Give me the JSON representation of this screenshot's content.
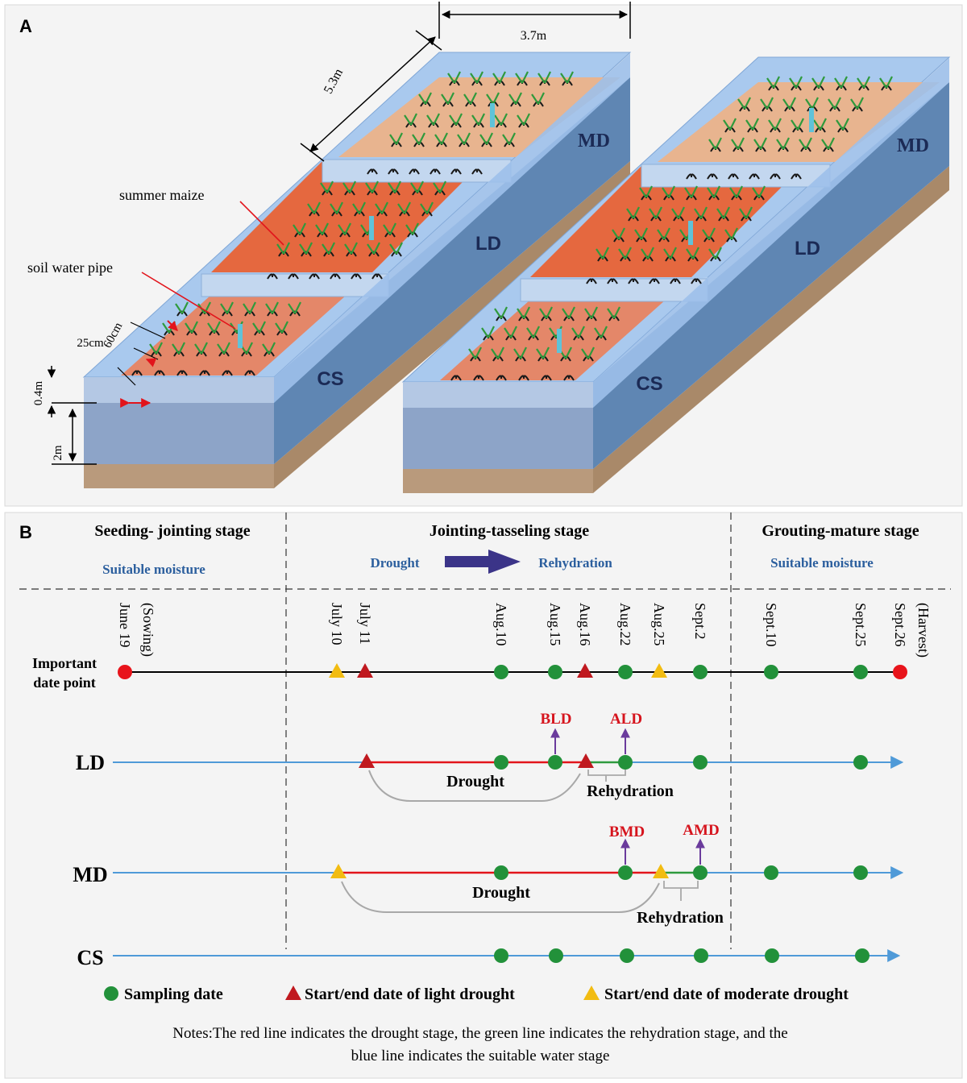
{
  "colors": {
    "panel_bg": "#f4f4f4",
    "glass": "#a9c9ee",
    "soil_side": "#5f86b3",
    "soil_bottom": "#b99a7c",
    "md_plot": "#e8b48f",
    "ld_plot": "#e5683f",
    "cs_plot": "#e48769",
    "blue_text": "#2c5f9e",
    "red_text": "#d6141d",
    "green_dot": "#22913a",
    "red_tri": "#c0191f",
    "yellow_tri": "#f2bc12",
    "red_dot": "#e8141b",
    "drought_line": "#e2141b",
    "rehydration_line": "#2e9a3e",
    "suitable_line": "#4f9ad8",
    "arrow_purple": "#6a3b9c",
    "big_arrow": "#3b3488"
  },
  "panel_a": {
    "label": "A",
    "dim_width": "3.7m",
    "dim_length": "5.3m",
    "dim_row": "60cm",
    "dim_plant": "25cm",
    "dim_height_top": "0.4m",
    "dim_height_soil": "2m",
    "annot_maize": "summer maize",
    "annot_pipe": "soil water pipe",
    "blocks": [
      {
        "md": "MD",
        "ld": "LD",
        "cs": "CS"
      },
      {
        "md": "MD",
        "ld": "LD",
        "cs": "CS"
      }
    ]
  },
  "panel_b": {
    "label": "B",
    "stages": [
      {
        "name": "Seeding- jointing stage",
        "moisture": "Suitable moisture"
      },
      {
        "name": "Jointing-tasseling stage",
        "drought": "Drought",
        "rehydration": "Rehydration"
      },
      {
        "name": "Grouting-mature stage",
        "moisture": "Suitable moisture"
      }
    ],
    "important_label_1": "Important",
    "important_label_2": "date point",
    "dates": [
      {
        "text": "June 19",
        "marker": "red-dot"
      },
      {
        "text": "(Sowing)",
        "marker": "none"
      },
      {
        "text": "July 10",
        "marker": "yellow-triangle"
      },
      {
        "text": "July 11",
        "marker": "red-triangle"
      },
      {
        "text": "Aug.10",
        "marker": "green-dot"
      },
      {
        "text": "Aug.15",
        "marker": "green-dot"
      },
      {
        "text": "Aug.16",
        "marker": "red-triangle"
      },
      {
        "text": "Aug.22",
        "marker": "green-dot"
      },
      {
        "text": "Aug.25",
        "marker": "yellow-triangle"
      },
      {
        "text": "Sept.2",
        "marker": "green-dot"
      },
      {
        "text": "Sept.10",
        "marker": "green-dot"
      },
      {
        "text": "Sept.25",
        "marker": "green-dot"
      },
      {
        "text": "Sept.26",
        "marker": "red-dot"
      },
      {
        "text": "(Harvest)",
        "marker": "none"
      }
    ],
    "rows": {
      "ld": {
        "label": "LD",
        "drought": "Drought",
        "rehydration": "Rehydration",
        "before": "BLD",
        "after": "ALD"
      },
      "md": {
        "label": "MD",
        "drought": "Drought",
        "rehydration": "Rehydration",
        "before": "BMD",
        "after": "AMD"
      },
      "cs": {
        "label": "CS"
      }
    },
    "legend": {
      "sampling": "Sampling date",
      "light": "Start/end date of light drought",
      "moderate": "Start/end date of moderate  drought"
    },
    "notes_line1": "Notes:The red line indicates the drought stage, the green line indicates the rehydration stage, and the",
    "notes_line2": "blue line indicates the suitable water stage"
  }
}
